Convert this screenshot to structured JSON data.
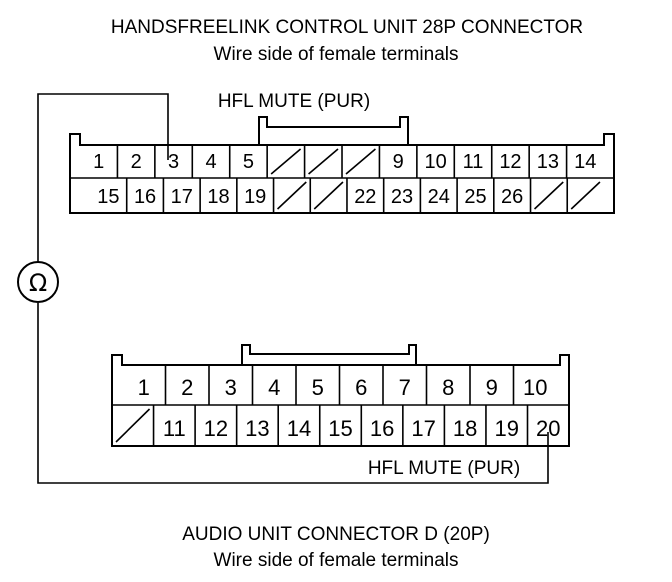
{
  "top_connector": {
    "title": "HANDSFREELINK CONTROL UNIT 28P CONNECTOR",
    "subtitle": "Wire side of female terminals",
    "probe_label": "HFL MUTE (PUR)",
    "row1": [
      "1",
      "2",
      "3",
      "4",
      "5",
      "",
      "",
      "",
      "9",
      "10",
      "11",
      "12",
      "13",
      "14"
    ],
    "row2": [
      "15",
      "16",
      "17",
      "18",
      "19",
      "",
      "",
      "22",
      "23",
      "24",
      "25",
      "26",
      "",
      ""
    ]
  },
  "bottom_connector": {
    "title": "AUDIO UNIT CONNECTOR D (20P)",
    "subtitle": "Wire side of female terminals",
    "probe_label": "HFL MUTE (PUR)",
    "row1": [
      "1",
      "2",
      "3",
      "4",
      "5",
      "6",
      "7",
      "8",
      "9",
      "10"
    ],
    "row2": [
      "",
      "11",
      "12",
      "13",
      "14",
      "15",
      "16",
      "17",
      "18",
      "19",
      "20"
    ]
  },
  "meter": {
    "symbol": "Ω",
    "icon": "ohmmeter-icon"
  }
}
